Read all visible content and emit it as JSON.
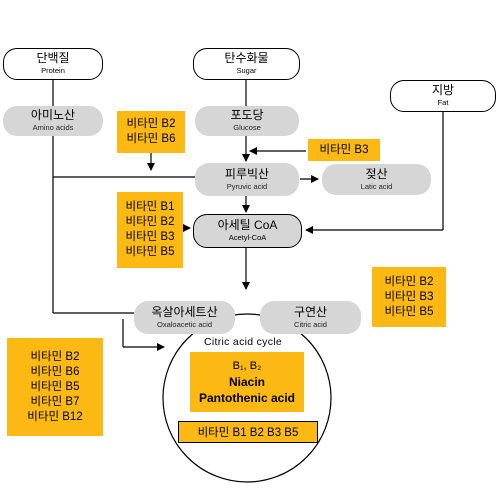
{
  "nodes": {
    "protein": {
      "ko": "단백질",
      "en": "Protein"
    },
    "sugar": {
      "ko": "탄수화물",
      "en": "Sugar"
    },
    "fat": {
      "ko": "지방",
      "en": "Fat"
    },
    "amino_acids": {
      "ko": "아미노산",
      "en": "Amino acids"
    },
    "glucose": {
      "ko": "포도당",
      "en": "Glucose"
    },
    "pyruvic_acid": {
      "ko": "피루빅산",
      "en": "Pyruvic acid"
    },
    "lactic_acid": {
      "ko": "젖산",
      "en": "Latic acid"
    },
    "acetyl_coa": {
      "ko": "아세틸 CoA",
      "en": "Acetyl-CoA"
    },
    "oxaloacetic_acid": {
      "ko": "옥살아세트산",
      "en": "Oxaloacetic acid"
    },
    "citric_acid": {
      "ko": "구연산",
      "en": "Citric acid"
    }
  },
  "vitamins": {
    "b2_b6": [
      "비타민 B2",
      "비타민 B6"
    ],
    "b3": [
      "비타민 B3"
    ],
    "b1_b5": [
      "비타민 B1",
      "비타민 B2",
      "비타민 B3",
      "비타민 B5"
    ],
    "right": [
      "비타민 B2",
      "비타민 B3",
      "비타민 B5"
    ],
    "left": [
      "비타민 B2",
      "비타민 B6",
      "비타민 B5",
      "비타민 B7",
      "비타민 B12"
    ]
  },
  "cycle": {
    "title": "Citric acid cycle",
    "box_lines": [
      "B₁, B₂",
      "Niacin",
      "Pantothenic acid"
    ],
    "bottom": "비타민 B1 B2 B3 B5"
  }
}
